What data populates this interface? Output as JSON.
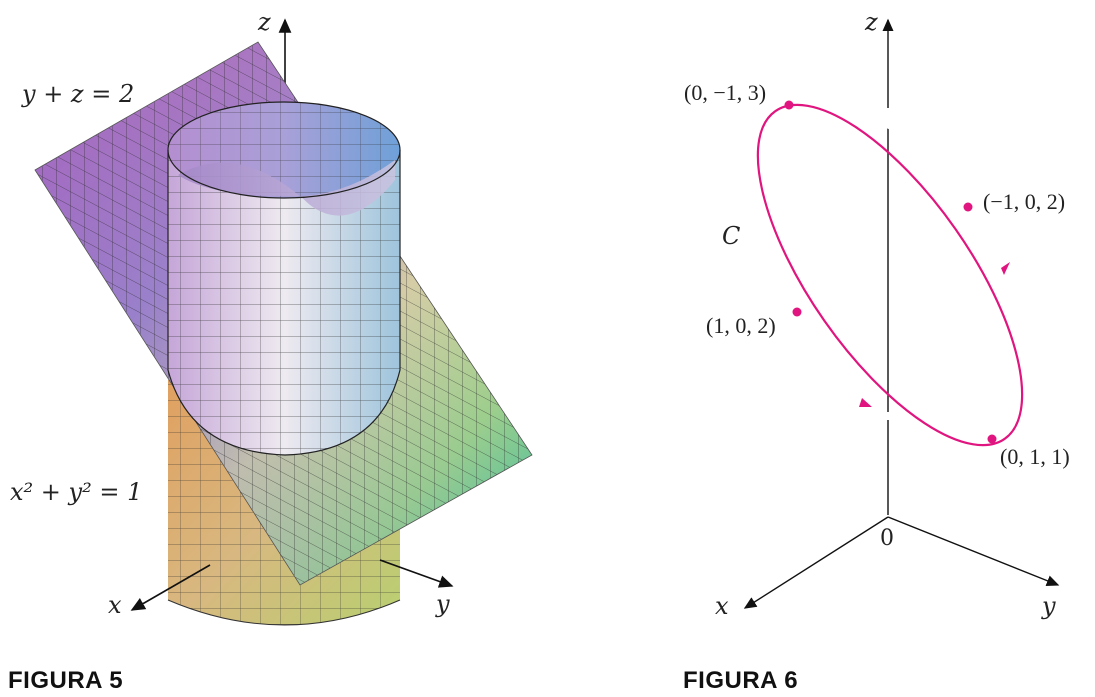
{
  "figure5": {
    "caption": "FIGURA 5",
    "axis_z": "z",
    "axis_x": "x",
    "axis_y": "y",
    "plane_label": "y + z = 2",
    "cylinder_label": "x² + y² = 1"
  },
  "figure6": {
    "caption": "FIGURA 6",
    "axis_z": "z",
    "axis_x": "x",
    "axis_y": "y",
    "origin": "0",
    "curve_label": "C",
    "point_a": "(0, −1, 3)",
    "point_b": "(−1, 0, 2)",
    "point_c": "(1, 0, 2)",
    "point_d": "(0, 1, 1)",
    "curve_color": "#e0157f"
  }
}
